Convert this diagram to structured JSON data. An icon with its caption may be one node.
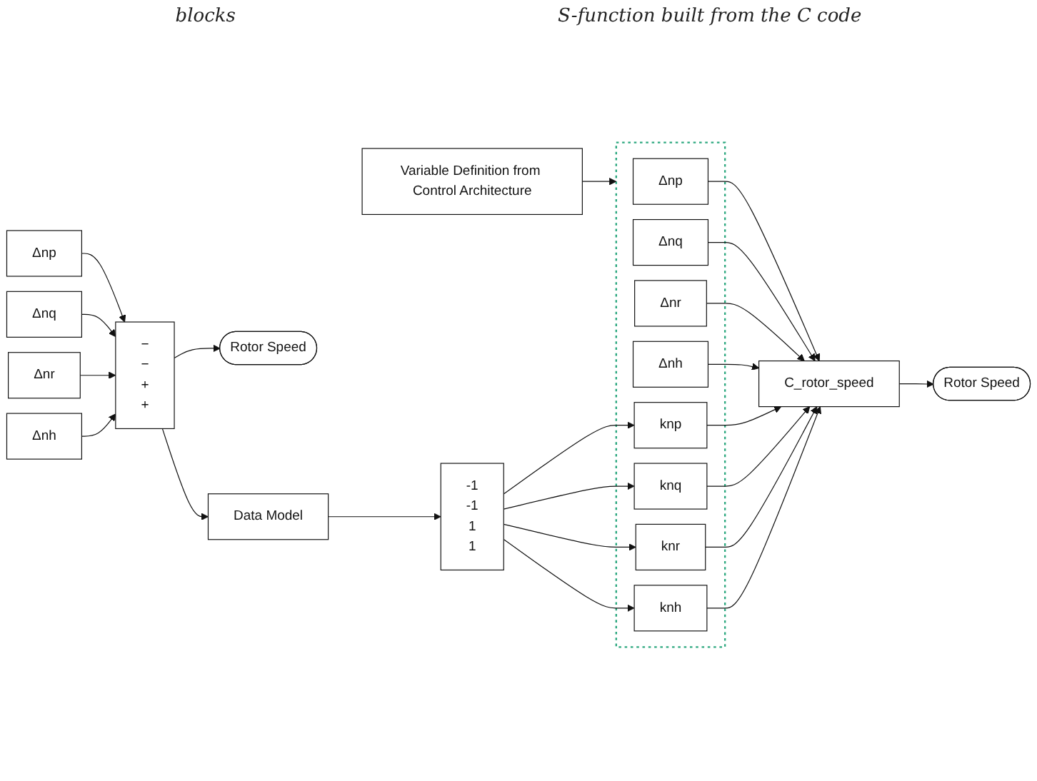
{
  "diagram": {
    "nodes": [
      {
        "text": [
          "Δnp"
        ]
      },
      {
        "text": [
          "Δnq"
        ]
      },
      {
        "text": [
          "Δnr"
        ]
      },
      {
        "text": [
          "Δnh"
        ]
      },
      {
        "text": [
          "−",
          "−",
          "+",
          "+"
        ]
      },
      {
        "text": [
          "Rotor Speed"
        ]
      },
      {
        "text": [
          "Data Model"
        ]
      },
      {
        "text": [
          "-1",
          "-1",
          "1",
          "1"
        ]
      },
      {
        "text": [],
        "shape": "box"
      },
      {
        "text": [
          "Δnp"
        ],
        "in": 8
      },
      {
        "text": [
          "Δnq"
        ],
        "in": 8
      },
      {
        "text": [
          "Δnr"
        ],
        "in": 8
      },
      {
        "text": [
          "Δnh"
        ],
        "in": 8
      },
      {
        "text": [
          "knp"
        ],
        "in": 8
      },
      {
        "text": [
          "knq"
        ],
        "in": 8
      },
      {
        "text": [
          "knr"
        ],
        "in": 8
      },
      {
        "text": [
          "knh"
        ],
        "in": 8
      },
      {
        "text": [
          "C_rotor_speed"
        ]
      },
      {
        "text": [
          "Rotor Speed"
        ]
      },
      {
        "text": [
          "Variable Definition from Control Architecture"
        ]
      }
    ],
    "edges": [
      {
        "from": 0,
        "to": 4,
        "arrow": "to"
      },
      {
        "from": 1,
        "to": 4,
        "arrow": "to"
      },
      {
        "from": 2,
        "to": 4,
        "arrow": "to"
      },
      {
        "from": 3,
        "to": 4,
        "arrow": "to"
      },
      {
        "from": 4,
        "to": 5,
        "arrow": "to"
      },
      {
        "from": 4,
        "to": 6,
        "arrow": "to"
      },
      {
        "from": 6,
        "to": 7,
        "arrow": "to"
      },
      {
        "from": 7,
        "to": 13,
        "arrow": "to"
      },
      {
        "from": 7,
        "to": 14,
        "arrow": "to"
      },
      {
        "from": 7,
        "to": 15,
        "arrow": "to"
      },
      {
        "from": 7,
        "to": 16,
        "arrow": "to"
      },
      {
        "from": 9,
        "to": 17,
        "arrow": "to"
      },
      {
        "from": 10,
        "to": 17,
        "arrow": "to"
      },
      {
        "from": 11,
        "to": 17,
        "arrow": "to"
      },
      {
        "from": 12,
        "to": 17,
        "arrow": "to"
      },
      {
        "from": 13,
        "to": 17,
        "arrow": "to"
      },
      {
        "from": 14,
        "to": 17,
        "arrow": "to"
      },
      {
        "from": 15,
        "to": 17,
        "arrow": "to"
      },
      {
        "from": 16,
        "to": 17,
        "arrow": "to"
      },
      {
        "from": 17,
        "to": 18,
        "arrow": "to"
      },
      {
        "from": 19,
        "to": 8,
        "arrow": "to"
      }
    ],
    "labels": [
      "blocks",
      "S-function built from the C code"
    ]
  }
}
